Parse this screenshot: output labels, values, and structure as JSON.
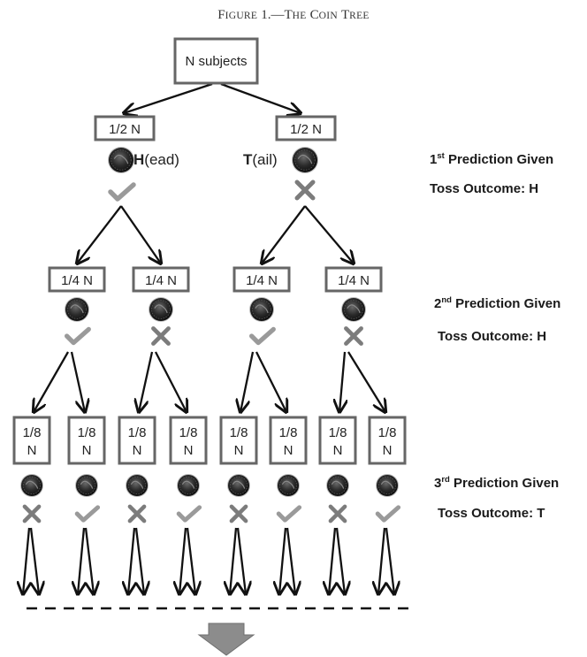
{
  "figure": {
    "title_first": "F",
    "title_word1_rest": "IGURE",
    "title_num": "1.—T",
    "title_word2_rest": "HE",
    "title_c": "C",
    "title_word3_rest": "OIN",
    "title_t": "T",
    "title_word4_rest": "REE"
  },
  "root": {
    "label": "N subjects"
  },
  "level1": {
    "nodes": [
      "1/2 N",
      "1/2 N"
    ],
    "heads_letter": "H",
    "heads_rest": "(ead)",
    "tails_letter": "T",
    "tails_rest": "(ail)",
    "marks": [
      "check",
      "cross"
    ]
  },
  "level2": {
    "nodes": [
      "1/4 N",
      "1/4 N",
      "1/4 N",
      "1/4 N"
    ],
    "marks": [
      "check",
      "cross",
      "check",
      "cross"
    ]
  },
  "level3": {
    "nodes": [
      [
        "1/8",
        "N"
      ],
      [
        "1/8",
        "N"
      ],
      [
        "1/8",
        "N"
      ],
      [
        "1/8",
        "N"
      ],
      [
        "1/8",
        "N"
      ],
      [
        "1/8",
        "N"
      ],
      [
        "1/8",
        "N"
      ],
      [
        "1/8",
        "N"
      ]
    ],
    "marks": [
      "cross",
      "check",
      "cross",
      "check",
      "cross",
      "check",
      "cross",
      "check"
    ]
  },
  "rounds": [
    {
      "ordinal": "1",
      "suffix": "st",
      "text": " Prediction Given",
      "outcome": "Toss Outcome:  H"
    },
    {
      "ordinal": "2",
      "suffix": "nd",
      "text": " Prediction Given",
      "outcome": "Toss Outcome:  H"
    },
    {
      "ordinal": "3",
      "suffix": "rd",
      "text": " Prediction Given",
      "outcome": "Toss Outcome:  T"
    }
  ],
  "icons": {
    "coin": "coin-icon",
    "check": "check-mark-icon",
    "cross": "cross-mark-icon",
    "continue": "down-arrow-icon"
  },
  "colors": {
    "box_border": "#666666",
    "arrow": "#111111",
    "check": "#9a9a9a",
    "cross": "#7c7c7c",
    "coin": "#2a2a2a",
    "big_arrow": "#8c8c8c"
  }
}
